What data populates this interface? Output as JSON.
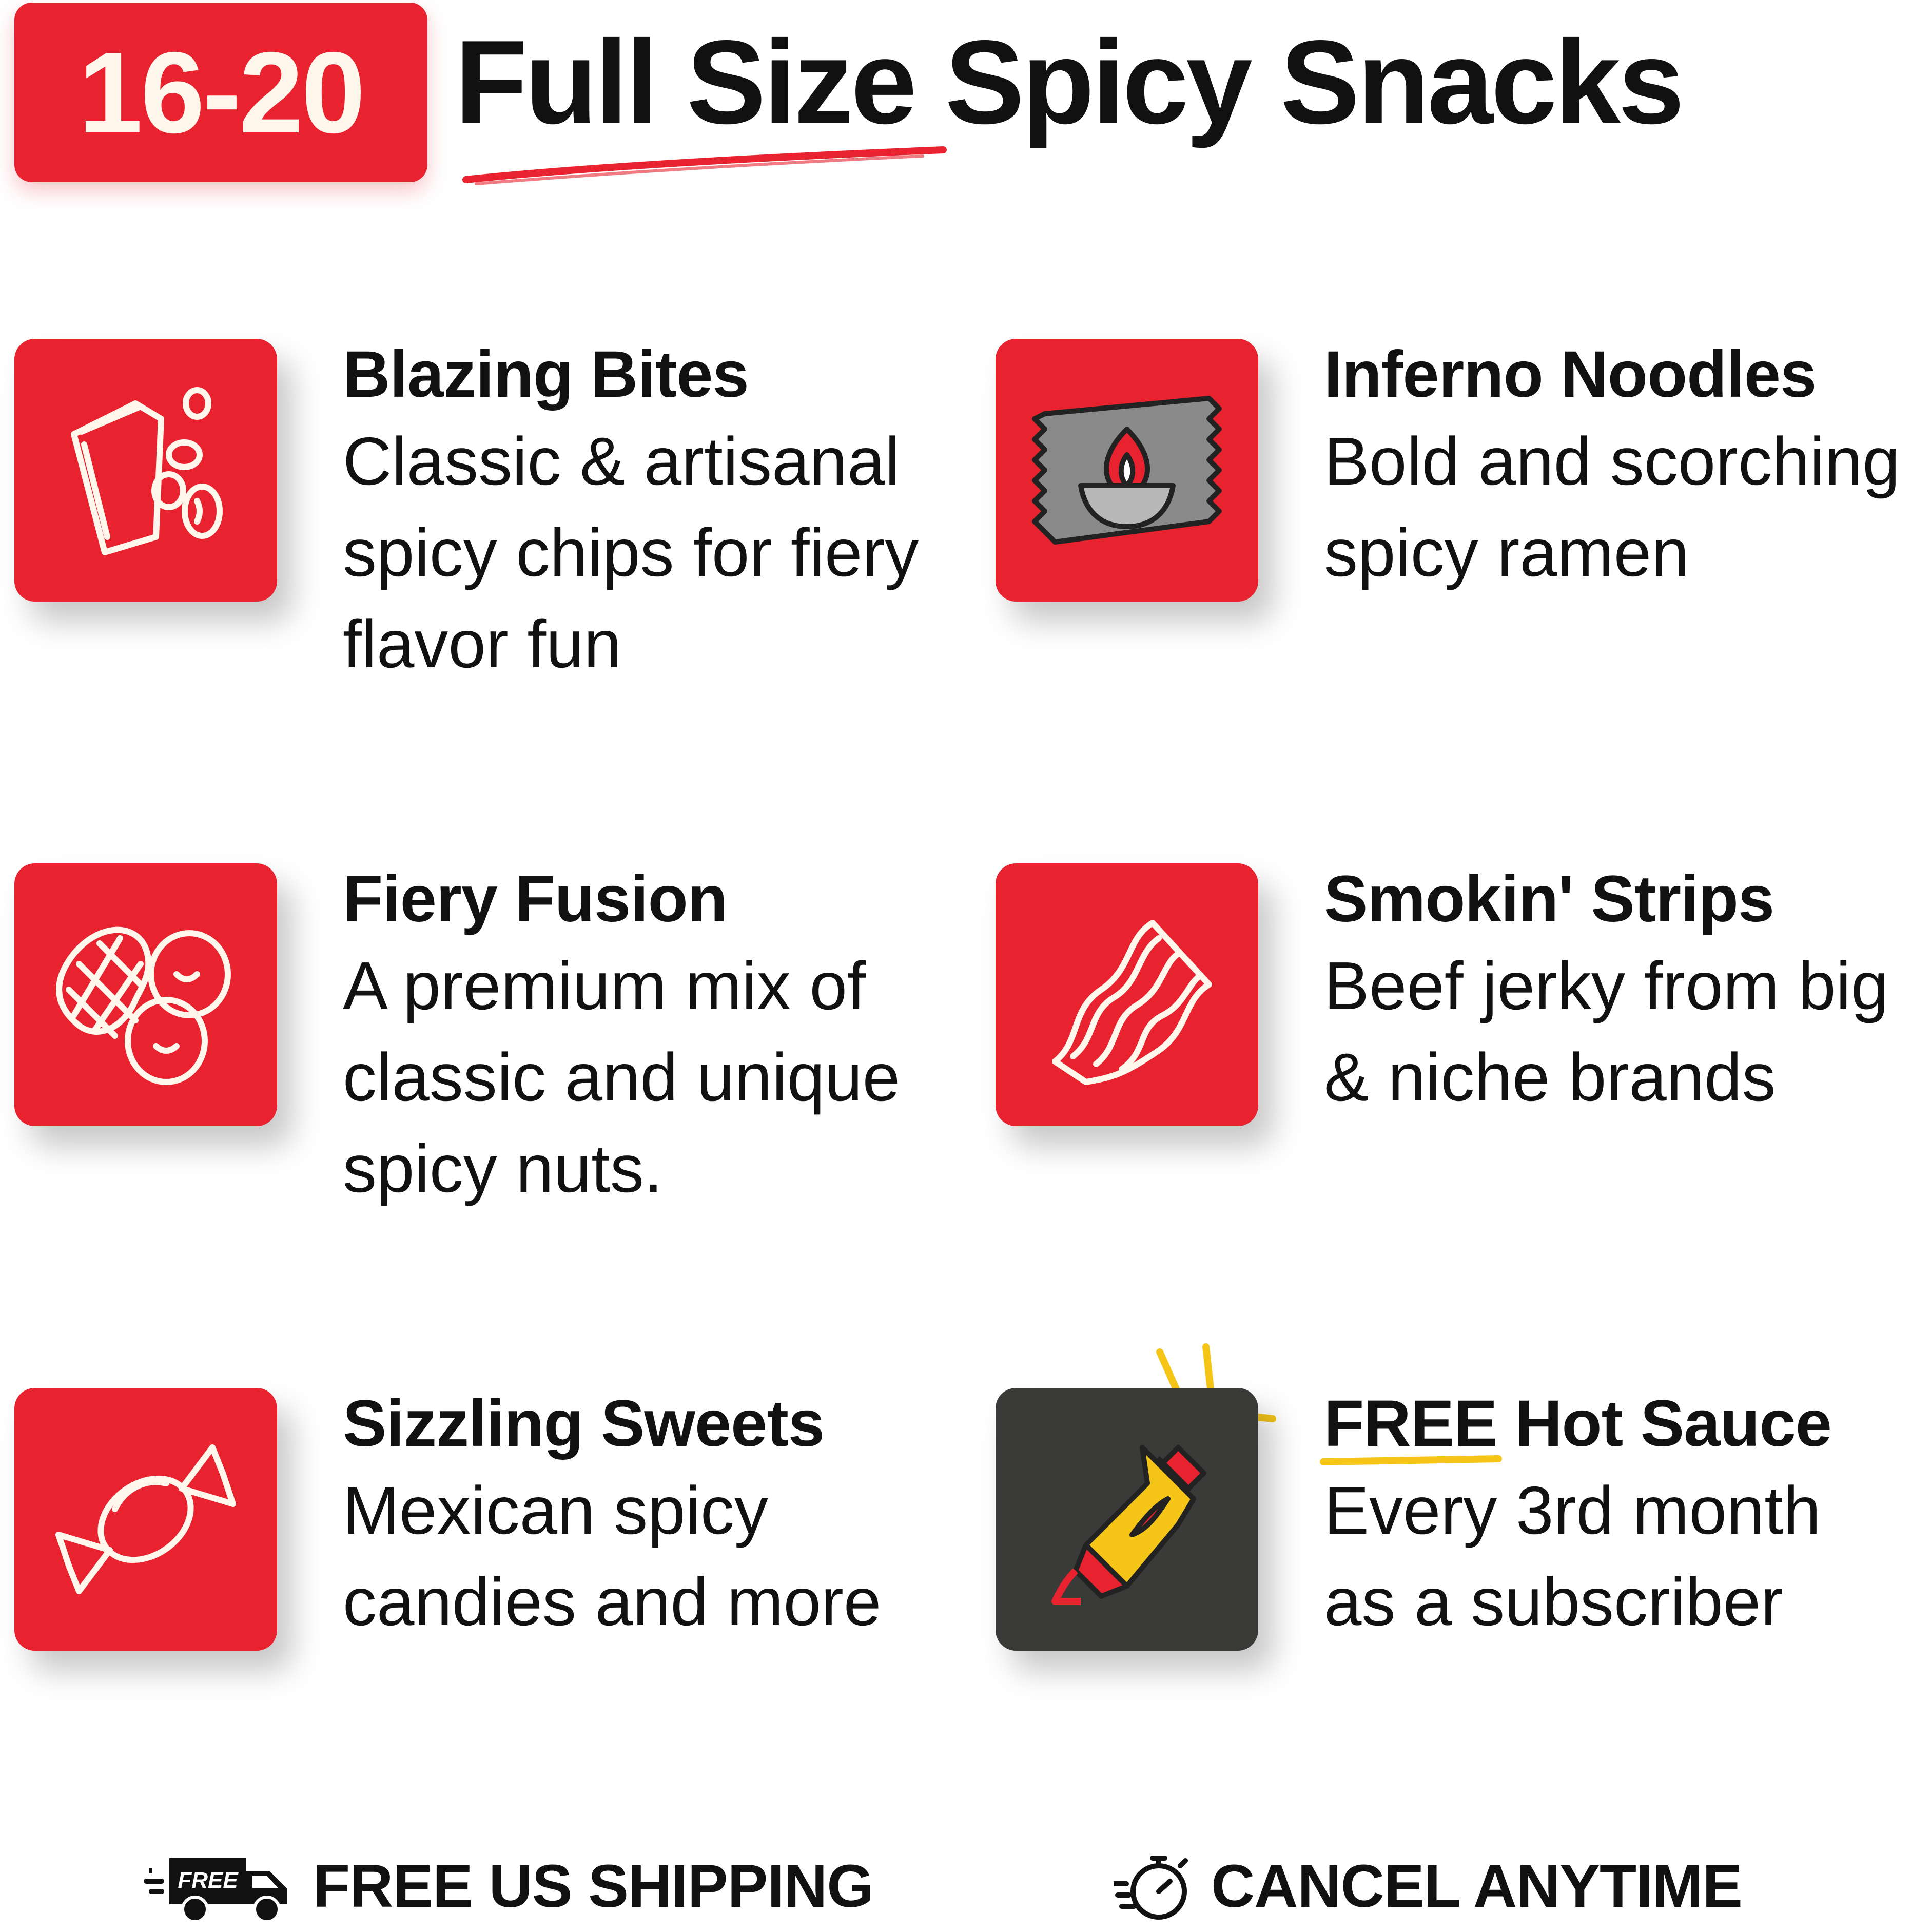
{
  "header": {
    "count": "16-20",
    "title": "Full Size Spicy Snacks"
  },
  "features": [
    {
      "title": "Blazing Bites",
      "desc": "Classic & artisanal spicy chips for fiery flavor fun",
      "icon": "chips-bag-icon"
    },
    {
      "title": "Inferno Noodles",
      "desc": "Bold and scorching spicy ramen",
      "icon": "ramen-pack-icon"
    },
    {
      "title": "Fiery Fusion",
      "desc": "A premium mix of classic and unique spicy nuts.",
      "icon": "peanut-icon"
    },
    {
      "title": "Smokin' Strips",
      "desc": "Beef jerky from big & niche brands",
      "icon": "jerky-icon"
    },
    {
      "title": "Sizzling Sweets",
      "desc": "Mexican spicy candies and more",
      "icon": "candy-icon"
    },
    {
      "title_highlight": "FREE",
      "title_rest": " Hot Sauce",
      "desc": "Every 3rd month as a subscriber",
      "icon": "hot-sauce-bottle-icon"
    }
  ],
  "footer": {
    "shipping_badge": "FREE",
    "shipping_label": "FREE US SHIPPING",
    "cancel_label": "CANCEL ANYTIME"
  },
  "colors": {
    "brand_red": "#e8232f",
    "dark_tile": "#3a3a38",
    "cream": "#fff6ec",
    "accent_yellow": "#f5c518"
  }
}
